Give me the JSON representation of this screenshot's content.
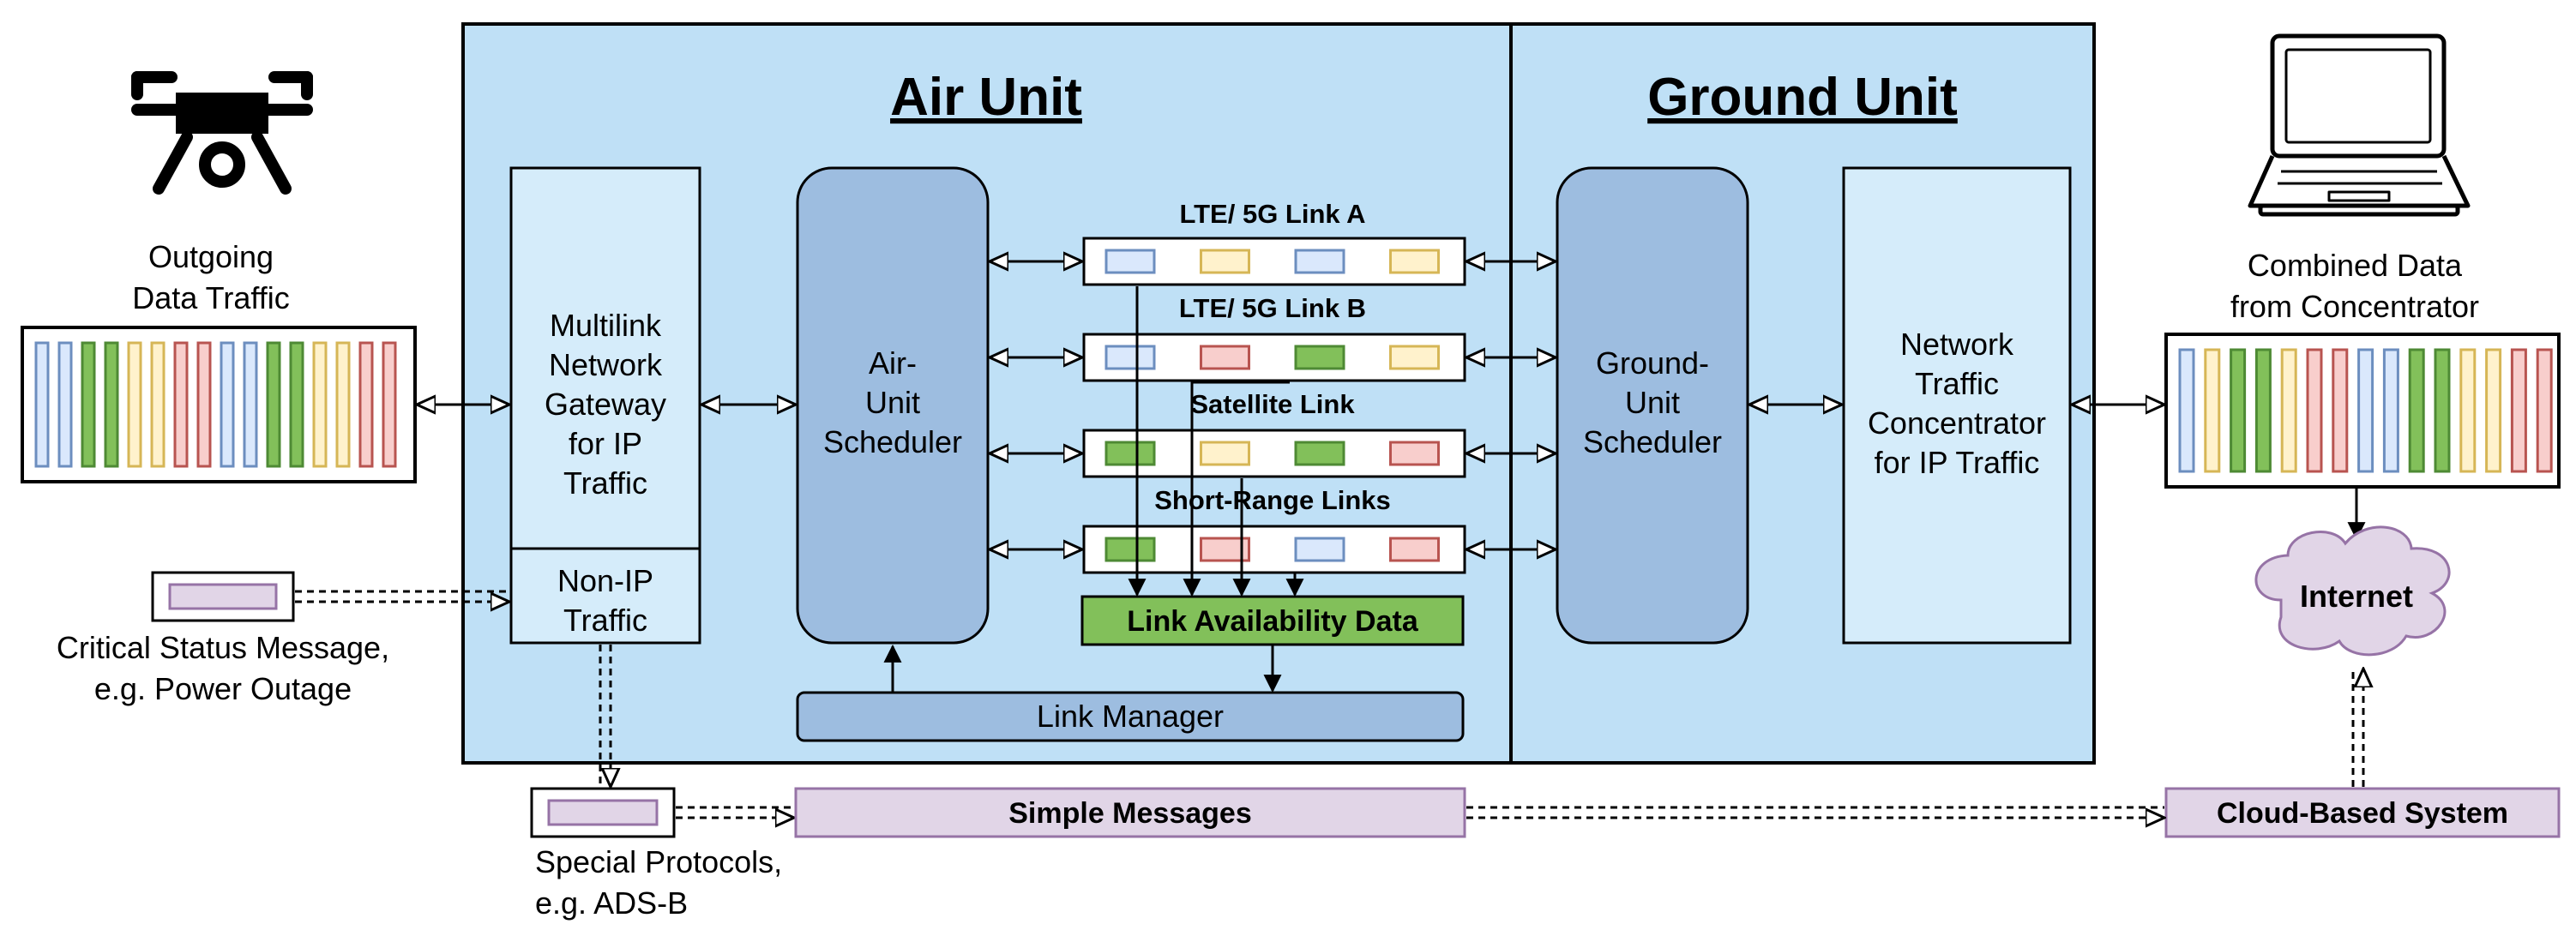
{
  "titles": {
    "air": "Air Unit",
    "ground": "Ground Unit"
  },
  "left": {
    "outgoing": [
      "Outgoing",
      "Data Traffic"
    ],
    "drone_icon": "drone-icon",
    "critical": [
      "Critical Status Message,",
      "e.g. Power Outage"
    ],
    "special": [
      "Special Protocols,",
      "e.g. ADS-B"
    ]
  },
  "gateway": [
    "Multilink",
    "Network",
    "Gateway",
    "for IP",
    "Traffic"
  ],
  "non_ip": [
    "Non-IP",
    "Traffic"
  ],
  "air_scheduler": [
    "Air-",
    "Unit",
    "Scheduler"
  ],
  "links": {
    "a": "LTE/ 5G Link A",
    "b": "LTE/ 5G Link B",
    "sat": "Satellite Link",
    "short": "Short-Range Links"
  },
  "link_availability": "Link Availability Data",
  "link_manager": "Link Manager",
  "ground_scheduler": [
    "Ground-",
    "Unit",
    "Scheduler"
  ],
  "concentrator": [
    "Network",
    "Traffic",
    "Concentrator",
    "for IP Traffic"
  ],
  "right": {
    "combined": [
      "Combined Data",
      "from Concentrator"
    ],
    "laptop_icon": "laptop-icon",
    "internet": "Internet",
    "cloud": "Cloud-Based System"
  },
  "simple_messages": "Simple Messages",
  "colors": {
    "unit_bg": "#bfe0f6",
    "gateway_bg": "#d5ecfa",
    "scheduler_bg": "#9dbde0",
    "blue": "#dae8fc",
    "blue_stroke": "#6c8ebf",
    "yellow": "#fff2cc",
    "yellow_stroke": "#d6b656",
    "green": "#82c05a",
    "green_stroke": "#4e8a34",
    "red": "#f8cecc",
    "red_stroke": "#b85450",
    "purple": "#e1d5e7",
    "purple_stroke": "#9673a6"
  },
  "packet_colors": {
    "outgoing": [
      "blue",
      "blue",
      "green",
      "green",
      "yellow",
      "yellow",
      "red",
      "red",
      "blue",
      "blue",
      "green",
      "green",
      "yellow",
      "yellow",
      "red",
      "red"
    ],
    "combined": [
      "blue",
      "yellow",
      "green",
      "green",
      "yellow",
      "red",
      "red",
      "blue",
      "blue",
      "green",
      "green",
      "yellow",
      "yellow",
      "red",
      "red"
    ],
    "link_a": [
      "blue",
      "yellow",
      "blue",
      "yellow"
    ],
    "link_b": [
      "blue",
      "red",
      "green",
      "yellow"
    ],
    "link_sat": [
      "green",
      "yellow",
      "green",
      "red"
    ],
    "link_short": [
      "green",
      "red",
      "blue",
      "red"
    ]
  }
}
